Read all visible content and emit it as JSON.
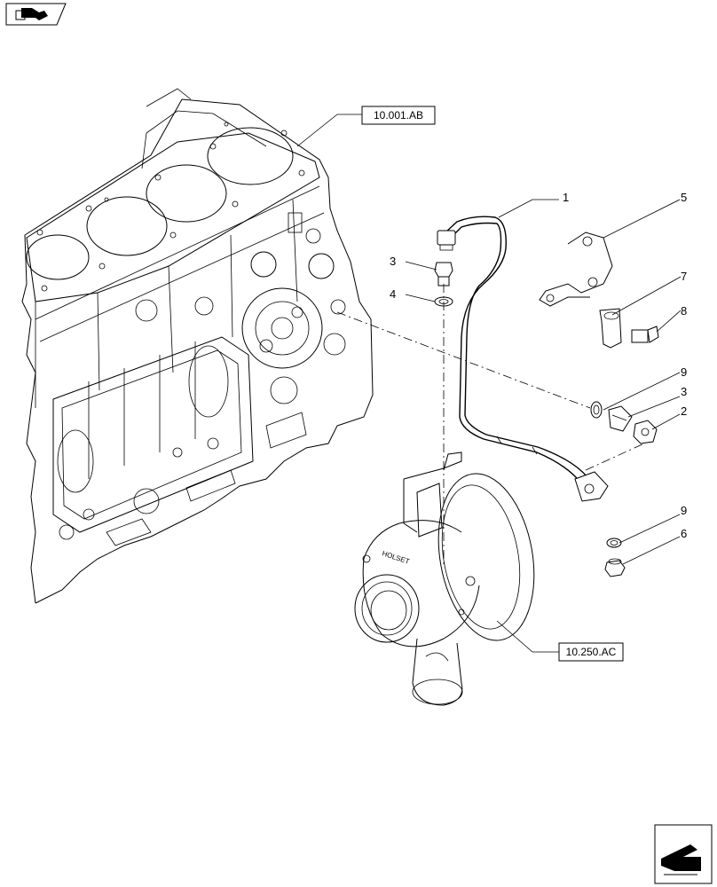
{
  "diagram": {
    "references": {
      "engine_block": "10.001.AB",
      "turbocharger": "10.250.AC"
    },
    "callouts": {
      "c1": "1",
      "c2": "2",
      "c3a": "3",
      "c3b": "3",
      "c4": "4",
      "c5": "5",
      "c6": "6",
      "c7": "7",
      "c8": "8",
      "c9a": "9",
      "c9b": "9"
    },
    "turbo_brand": "HOLSET"
  },
  "icons": {
    "prev_nav": "previous-page-arrow-icon",
    "next_nav": "next-page-arrow-icon"
  }
}
